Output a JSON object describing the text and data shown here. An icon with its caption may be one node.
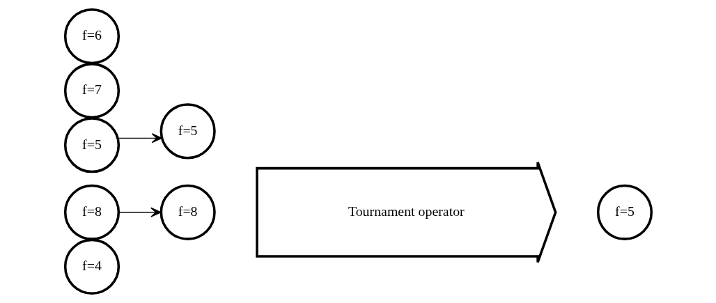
{
  "diagram": {
    "nodes": [
      {
        "text": [
          "f=4"
        ]
      },
      {
        "text": [
          "f=8"
        ]
      },
      {
        "text": [
          "f=7"
        ]
      },
      {
        "text": [
          "f=6"
        ]
      },
      {
        "text": [
          "f=5"
        ]
      },
      {
        "text": [
          "f=5"
        ]
      },
      {
        "text": [
          "f=8"
        ]
      },
      {
        "text": [
          "Tournament operator"
        ]
      },
      {
        "text": [
          "f=5"
        ]
      }
    ],
    "edges": [
      {
        "from": 1,
        "to": 6,
        "arrow": "to"
      },
      {
        "from": 4,
        "to": 5,
        "arrow": "to"
      }
    ]
  }
}
